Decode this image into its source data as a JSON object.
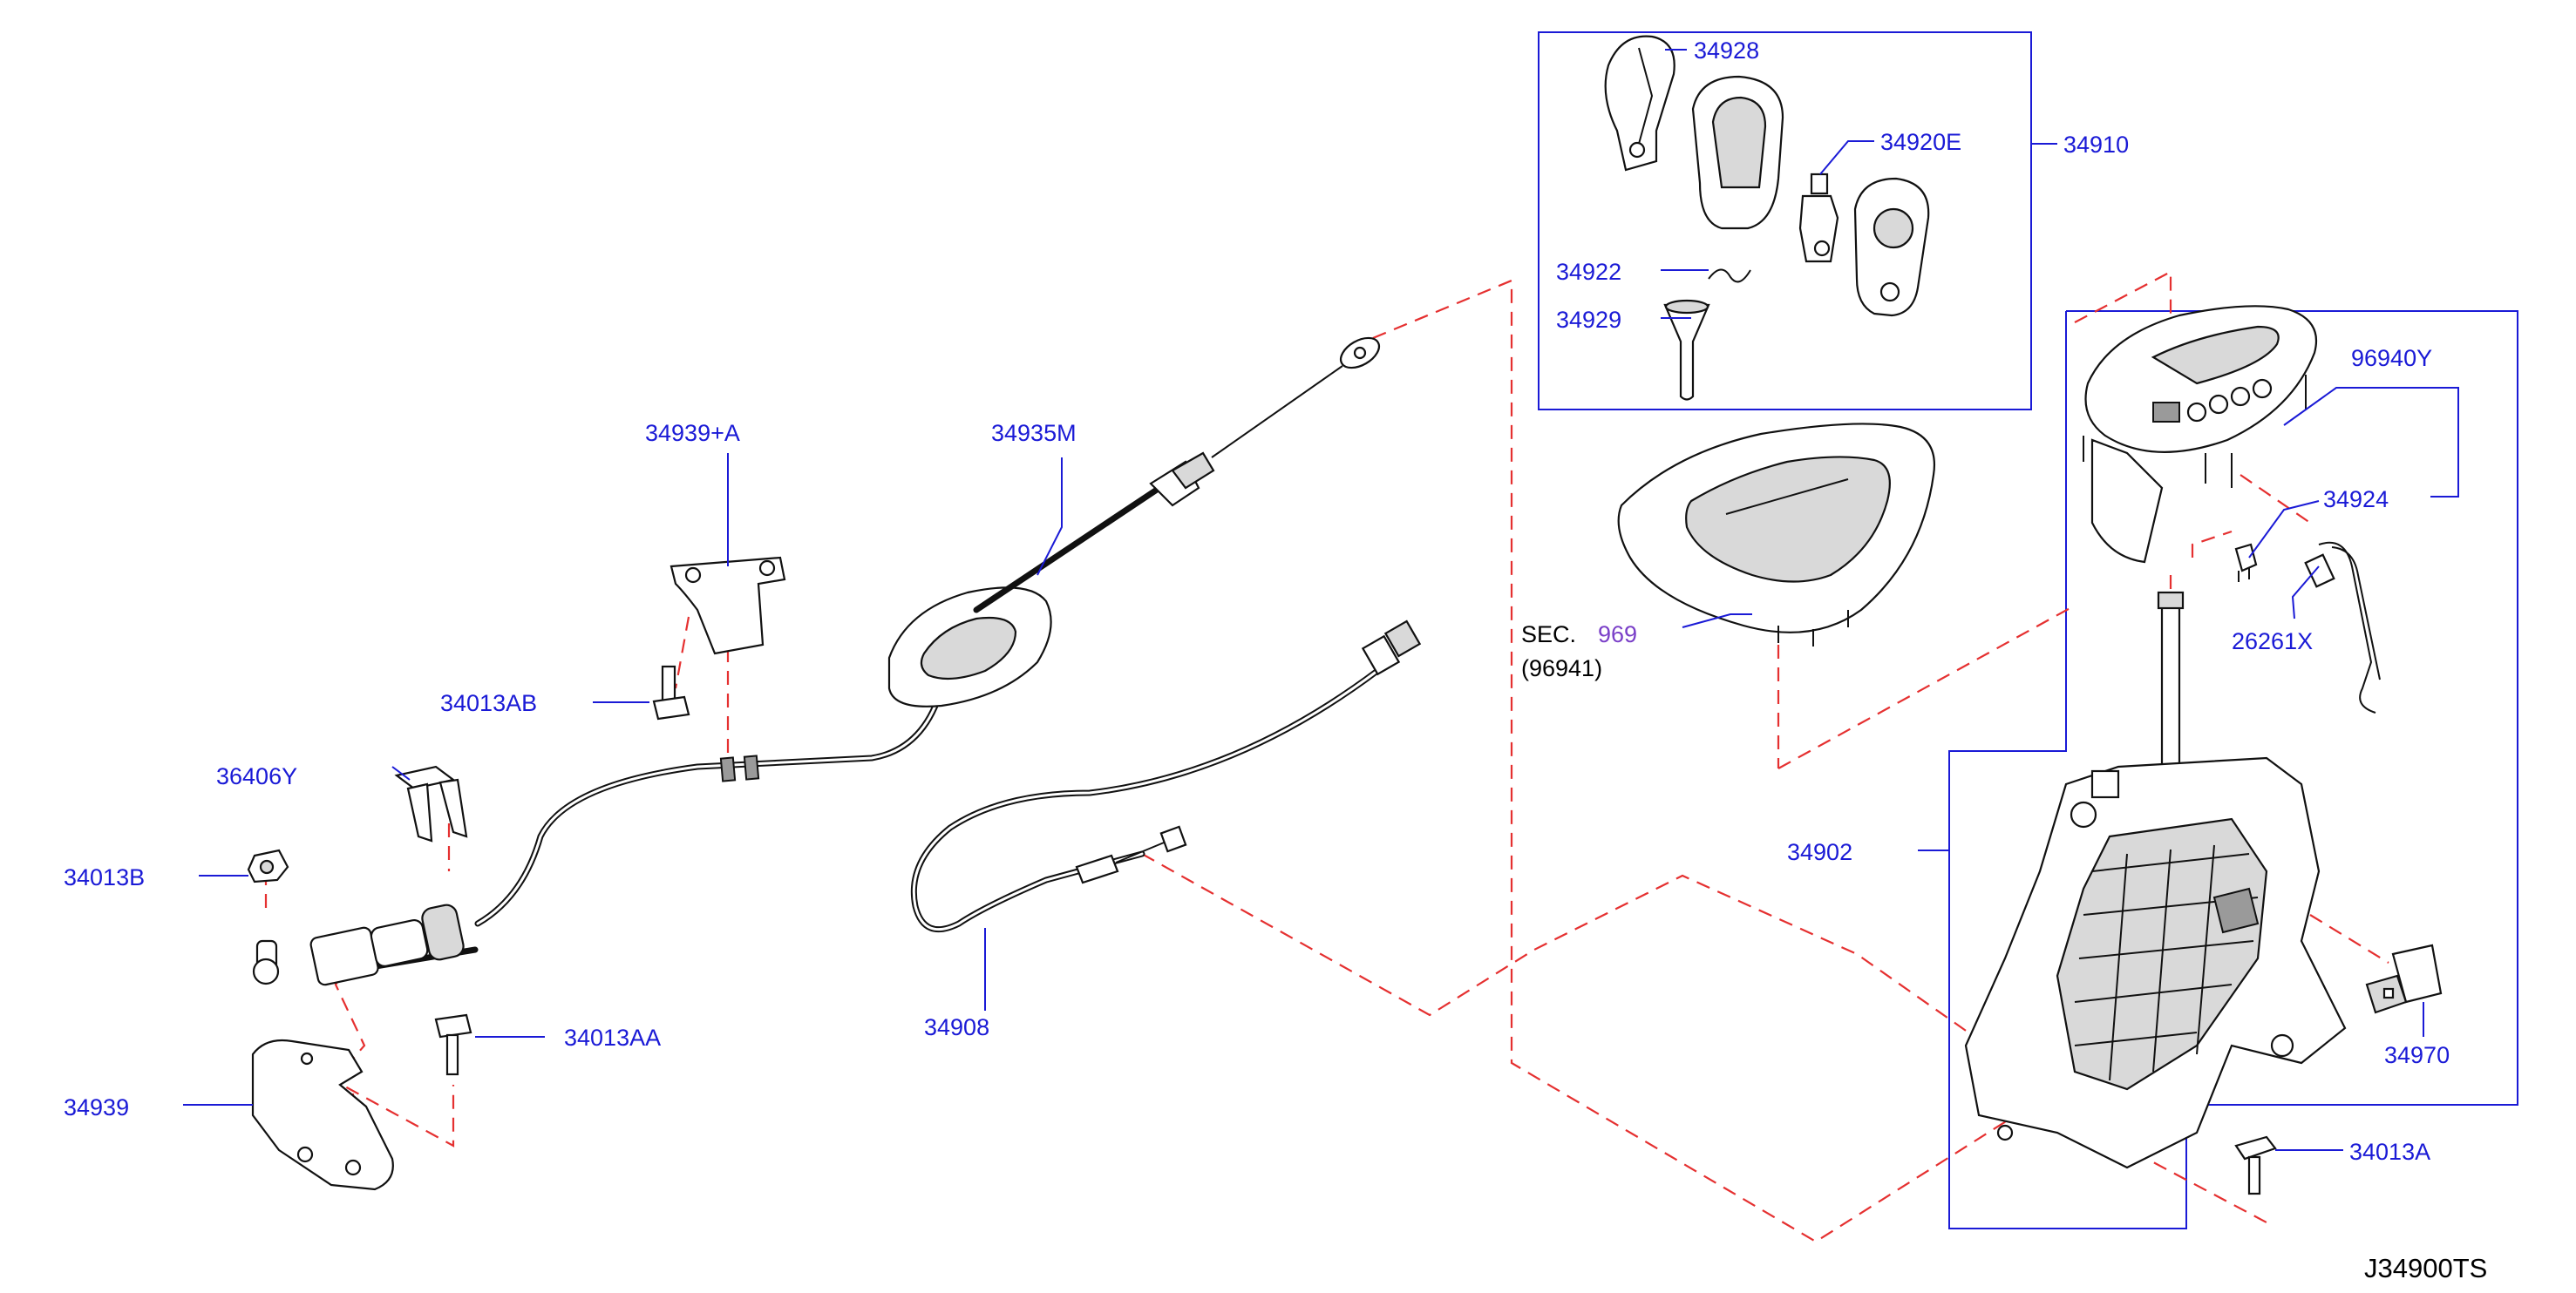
{
  "diagram_code": "J34900TS",
  "colors": {
    "label": "#1a1ad6",
    "dashed_leader": "#e53030",
    "sec_ref": "#7a3fc8"
  },
  "labels": {
    "p34928": "34928",
    "p34920E": "34920E",
    "p34910": "34910",
    "p34922": "34922",
    "p34929": "34929",
    "p96940Y": "96940Y",
    "p34924": "34924",
    "p26261X": "26261X",
    "p34939A": "34939+A",
    "p34935M": "34935M",
    "p34013AB": "34013AB",
    "p36406Y": "36406Y",
    "p34013B": "34013B",
    "p34013AA": "34013AA",
    "p34939": "34939",
    "p34908": "34908",
    "p34902": "34902",
    "p34970": "34970",
    "p34013A": "34013A"
  },
  "sec_ref": {
    "prefix": "SEC.",
    "number": "969",
    "sub": "(96941)"
  }
}
